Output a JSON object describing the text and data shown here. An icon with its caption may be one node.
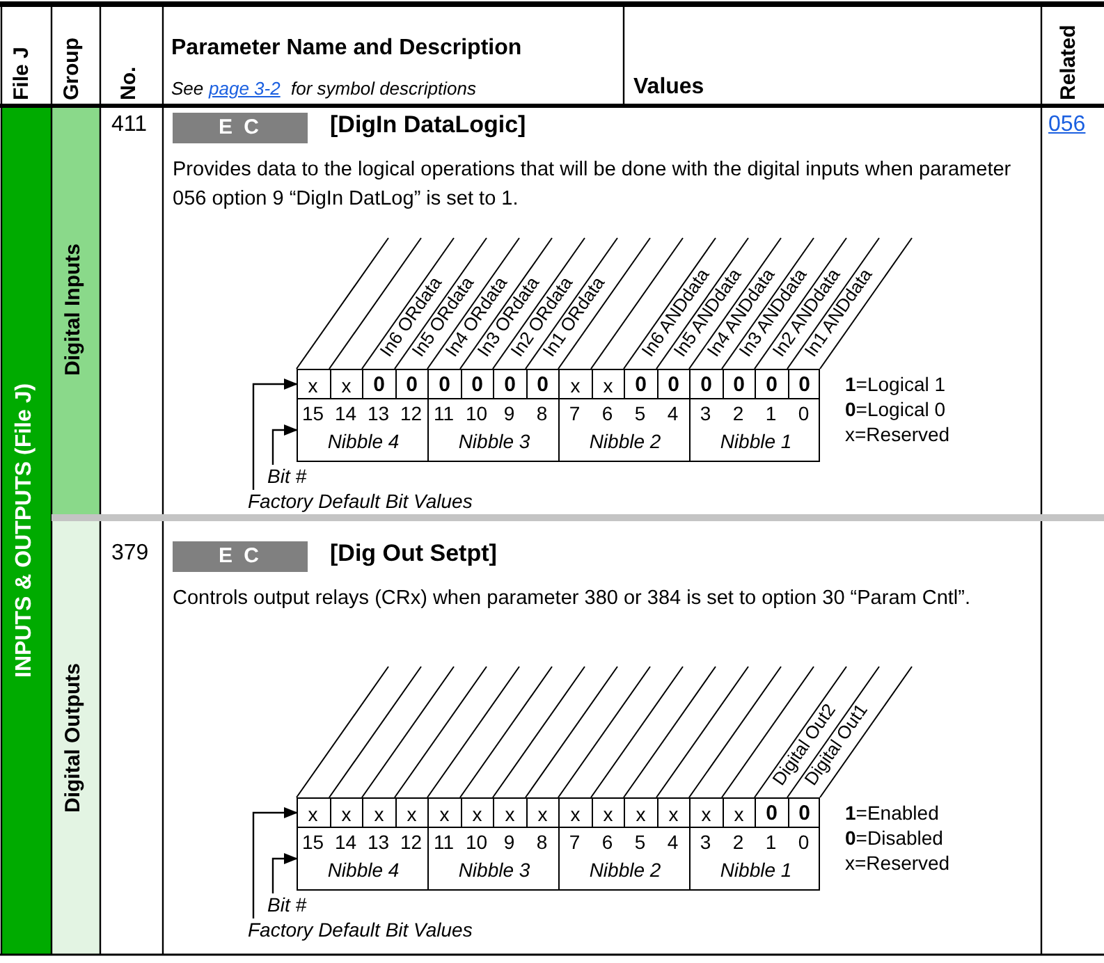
{
  "diagram": {
    "nodes": [
      {
        "text": [
          "x",
          "x",
          "0",
          "0",
          "0",
          "0",
          "0",
          "0",
          "x",
          "x",
          "0",
          "0",
          "0",
          "0",
          "0",
          "0"
        ]
      },
      {
        "text": [
          "15",
          "14",
          "13",
          "12",
          "11",
          "10",
          "9",
          "8",
          "7",
          "6",
          "5",
          "4",
          "3",
          "2",
          "1",
          "0",
          "Nibble 4",
          "Nibble 3",
          "Nibble 2",
          "Nibble 1"
        ]
      },
      {
        "text": [
          "Bit #"
        ]
      },
      {
        "text": [
          "Factory Default Bit Values"
        ]
      },
      {
        "text": [
          "x",
          "x",
          "x",
          "x",
          "x",
          "x",
          "x",
          "x",
          "x",
          "x",
          "x",
          "x",
          "x",
          "x",
          "0",
          "0"
        ]
      },
      {
        "text": [
          "15",
          "14",
          "13",
          "12",
          "11",
          "10",
          "9",
          "8",
          "7",
          "6",
          "5",
          "4",
          "3",
          "2",
          "1",
          "0",
          "Nibble 4",
          "Nibble 3",
          "Nibble 2",
          "Nibble 1"
        ]
      },
      {
        "text": [
          "Bit #"
        ]
      },
      {
        "text": [
          "Factory Default Bit Values"
        ]
      }
    ],
    "edges": [
      {
        "from": 3,
        "to": 0,
        "arrow": "to"
      },
      {
        "from": 2,
        "to": 1,
        "arrow": "to"
      },
      {
        "from": 7,
        "to": 4,
        "arrow": "to"
      },
      {
        "from": 6,
        "to": 5,
        "arrow": "to"
      }
    ],
    "labels": [
      "File J",
      "Group",
      "No.",
      "Parameter Name and Description",
      "See",
      "page 3-2",
      "for symbol descriptions",
      "Values",
      "Related",
      "INPUTS & OUTPUTS (File J)",
      "Digital Inputs",
      "411",
      "E C",
      "[DigIn DataLogic]",
      "056",
      "Provides data to the logical operations that will be done with the digital inputs when parameter 056 option 9 “DigIn DatLog” is set to 1.",
      "In6 ORdata",
      "In5 ORdata",
      "In4 ORdata",
      "In3 ORdata",
      "In2 ORdata",
      "In1 ORdata",
      "In6 ANDdata",
      "In5 ANDdata",
      "In4 ANDdata",
      "In3 ANDdata",
      "In2 ANDdata",
      "In1 ANDdata",
      "**1**=Logical 1",
      "**0**=Logical 0",
      "x=Reserved",
      "Digital Outputs",
      "379",
      "E C",
      "[Dig Out Setpt]",
      "Controls output relays (CRx) when parameter 380 or 384 is set to option 30 “Param Cntl”.",
      "Digital Out2",
      "Digital Out1",
      "**1**=Enabled",
      "**0**=Disabled",
      "x=Reserved"
    ]
  }
}
